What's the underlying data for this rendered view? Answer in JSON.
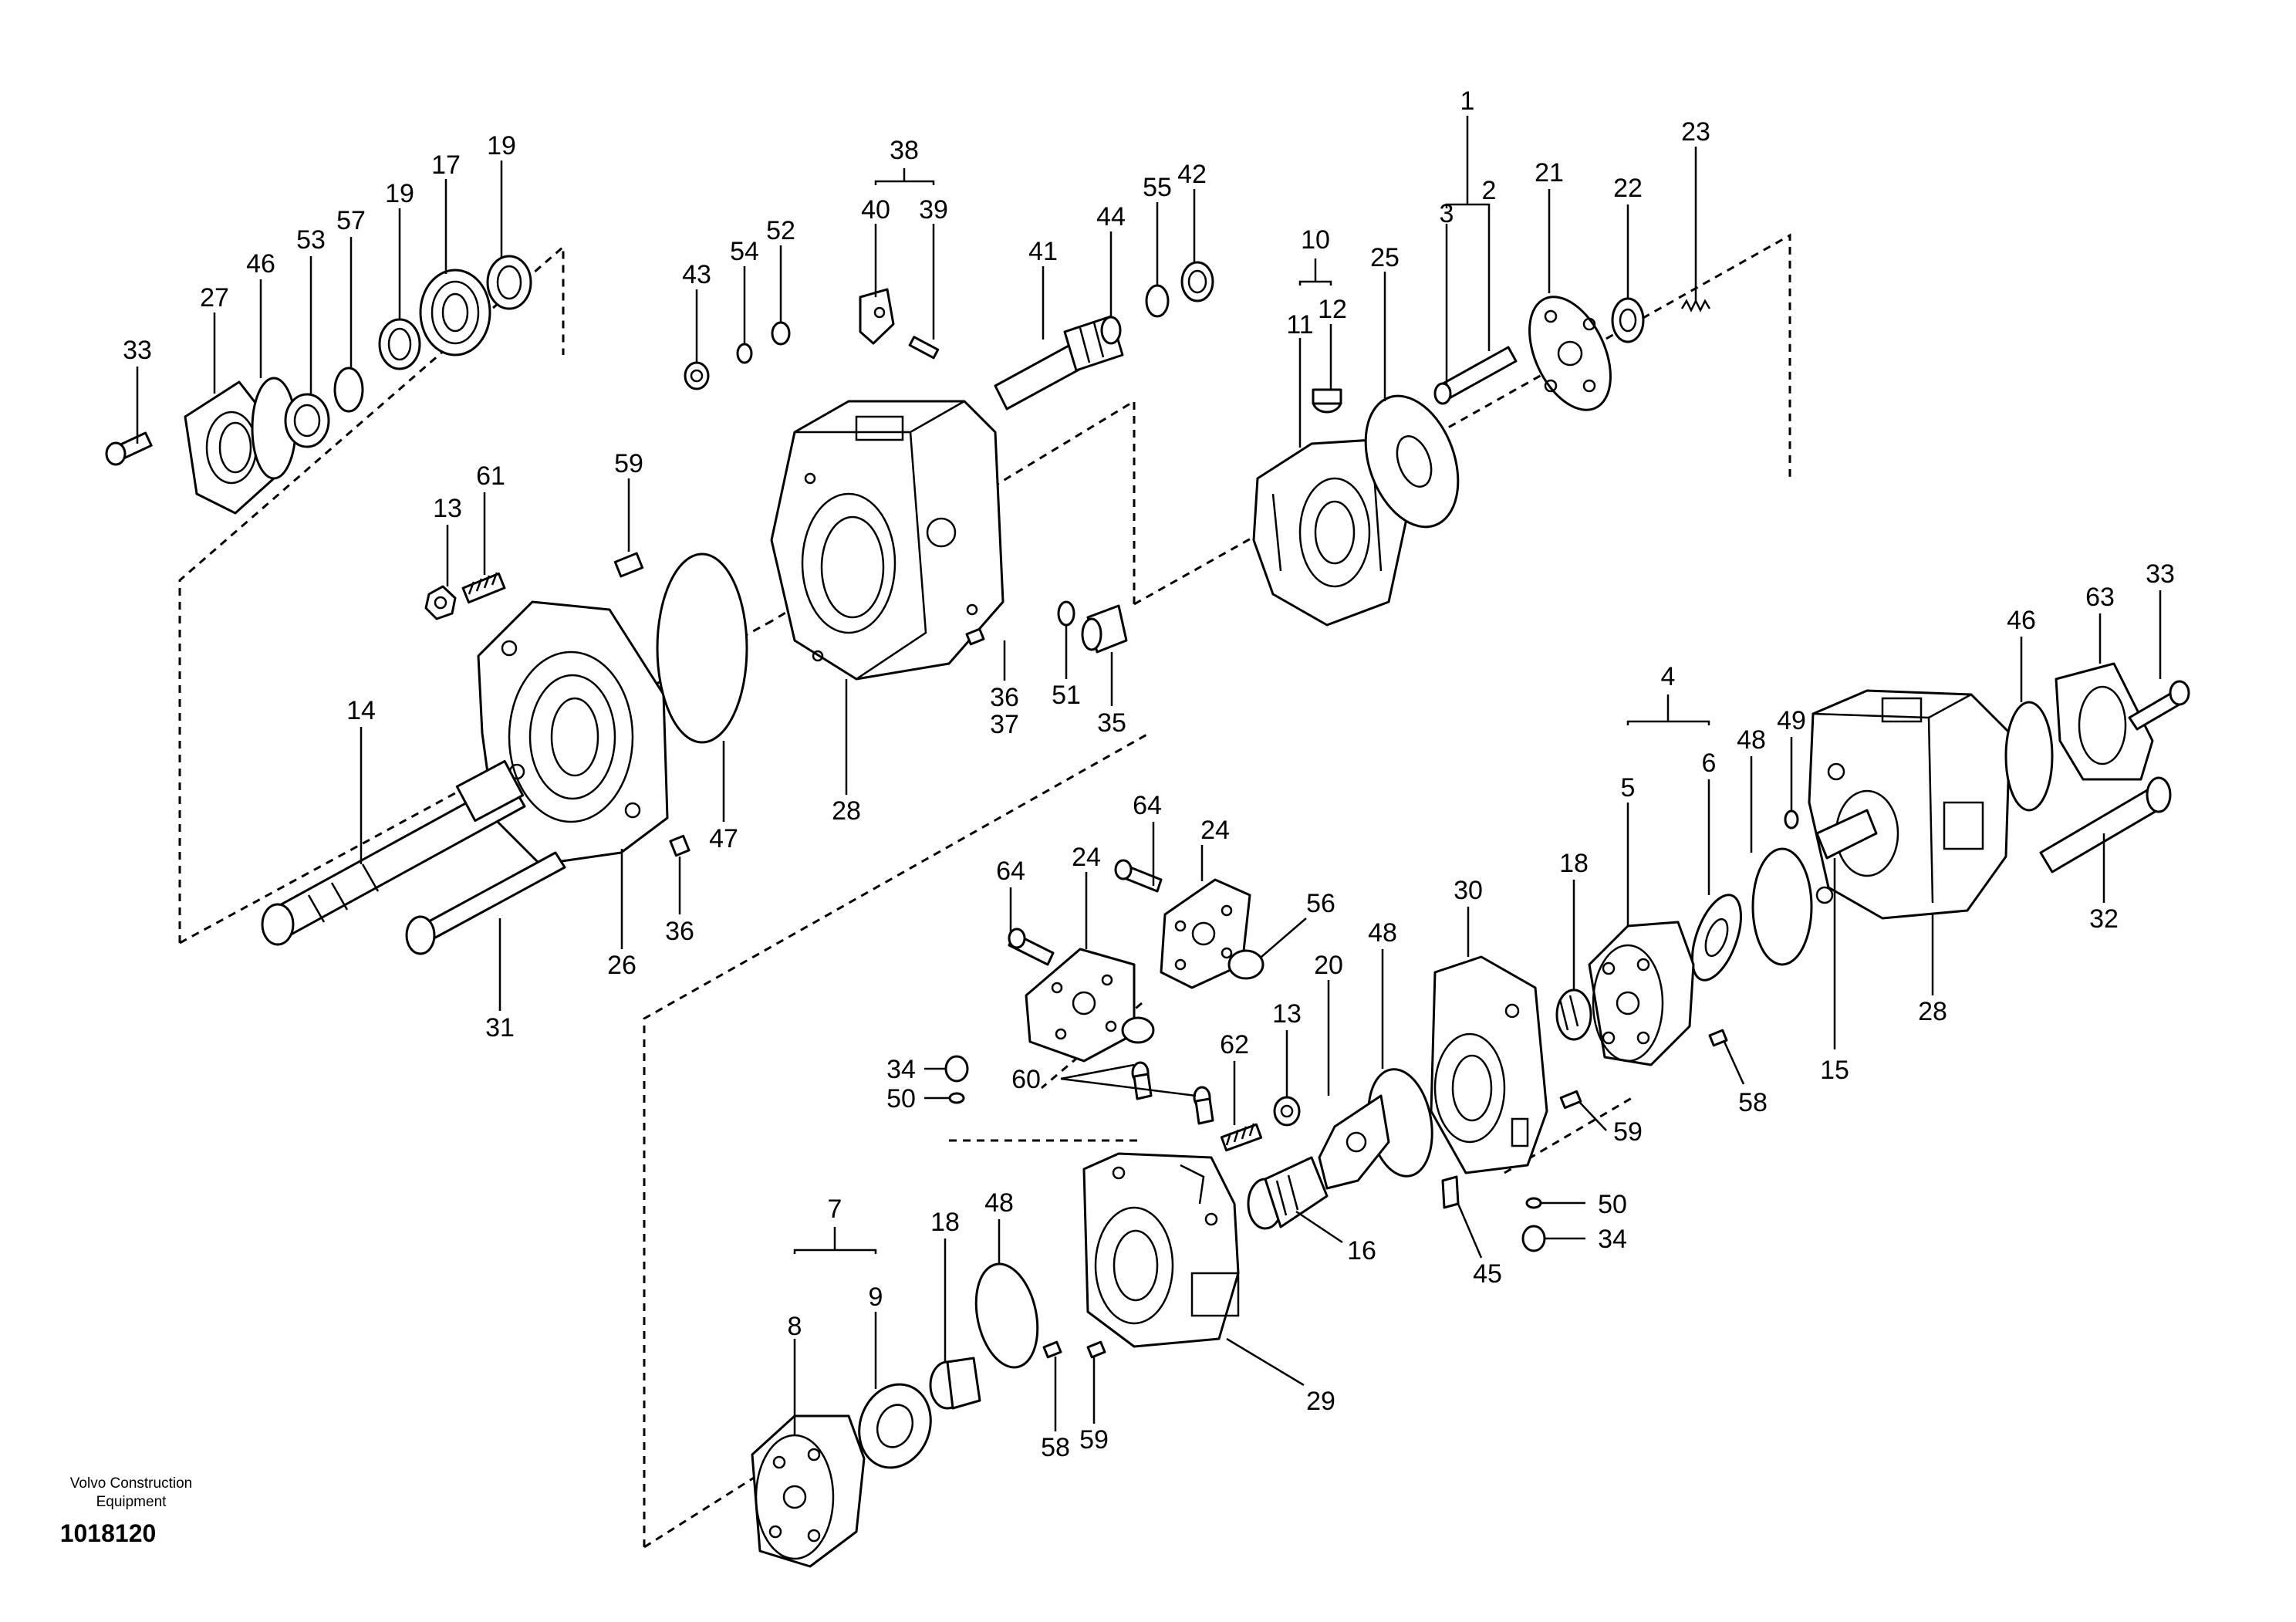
{
  "diagram": {
    "part_numbers": [
      "1",
      "2",
      "3",
      "4",
      "5",
      "6",
      "7",
      "8",
      "9",
      "10",
      "11",
      "12",
      "13",
      "13",
      "14",
      "15",
      "16",
      "17",
      "18",
      "18",
      "19",
      "19",
      "20",
      "21",
      "22",
      "23",
      "24",
      "24",
      "25",
      "26",
      "27",
      "28",
      "28",
      "29",
      "30",
      "31",
      "32",
      "33",
      "33",
      "34",
      "34",
      "35",
      "36",
      "36",
      "37",
      "38",
      "39",
      "40",
      "41",
      "42",
      "43",
      "44",
      "45",
      "46",
      "46",
      "47",
      "48",
      "48",
      "48",
      "49",
      "50",
      "50",
      "51",
      "52",
      "53",
      "54",
      "55",
      "56",
      "57",
      "58",
      "58",
      "59",
      "59",
      "59",
      "60",
      "61",
      "62",
      "63",
      "64",
      "64"
    ]
  },
  "footer": {
    "brand_line1": "Volvo Construction",
    "brand_line2": "Equipment",
    "drawing_number": "1018120"
  }
}
